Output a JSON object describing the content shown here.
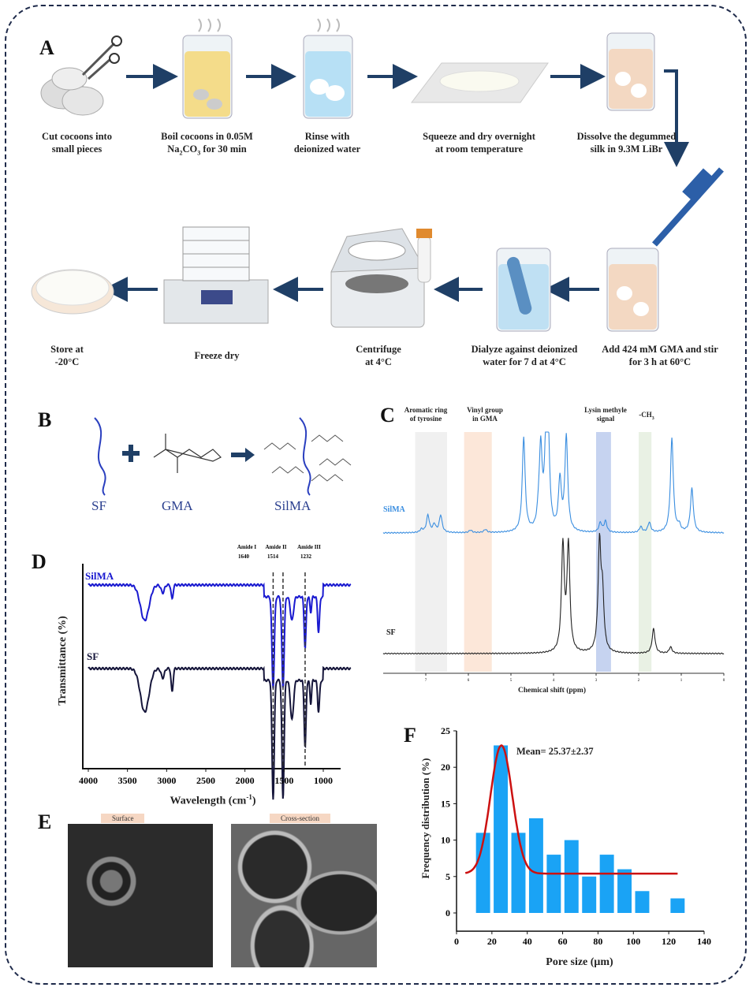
{
  "panels": {
    "a": "A",
    "b": "B",
    "c": "C",
    "d": "D",
    "e": "E",
    "f": "F"
  },
  "workflow": {
    "row1": [
      {
        "label_1": "Cut cocoons into",
        "label_2": "small pieces",
        "icon": "scissors-cocoons-icon"
      },
      {
        "label_1": "Boil cocoons in 0.05M",
        "label_2": "Na",
        "label_2_sub1": "2",
        "label_2_mid": "CO",
        "label_2_sub2": "3",
        "label_2_end": " for 30 min",
        "icon": "boiling-beaker-icon"
      },
      {
        "label_1": "Rinse with",
        "label_2": "deionized water",
        "icon": "rinse-beaker-icon"
      },
      {
        "label_1": "Squeeze and dry overnight",
        "label_2": "at room temperature",
        "icon": "drying-silk-icon"
      },
      {
        "label_1": "Dissolve the degummed",
        "label_2": "silk in 9.3M LiBr",
        "icon": "dissolve-beaker-icon"
      }
    ],
    "row2": [
      {
        "label_1": "Store at",
        "label_2": "-20°C",
        "icon": "petri-dish-icon"
      },
      {
        "label_1": "Freeze dry",
        "label_2": "",
        "icon": "freeze-dryer-icon"
      },
      {
        "label_1": "Centrifuge",
        "label_2": "at 4°C",
        "icon": "centrifuge-icon"
      },
      {
        "label_1": "Dialyze against deionized",
        "label_2": "water for 7 d at 4°C",
        "icon": "dialysis-beaker-icon"
      },
      {
        "label_1": "Add 424 mM GMA and stir",
        "label_2": "for 3 h at 60°C",
        "icon": "pipette-beaker-icon"
      }
    ],
    "arrow_color": "#1f3f66"
  },
  "reaction": {
    "reactant_1": "SF",
    "reactant_2": "GMA",
    "product": "SilMA",
    "label_color": "#2a3f8f"
  },
  "chart_data": [
    {
      "id": "C",
      "type": "line",
      "title": "",
      "xlabel": "Chemical shift (ppm)",
      "xlim": [
        8,
        0
      ],
      "x_ticks": [
        7,
        6,
        5,
        4,
        3,
        2,
        1,
        0
      ],
      "series_labels": {
        "silma": "SilMA",
        "sf": "SF"
      },
      "bands": [
        {
          "label_1": "Aromatic ring",
          "label_2": "of tyrosine",
          "range": [
            6.5,
            7.25
          ],
          "color": "#ececec"
        },
        {
          "label_1": "Vinyl group",
          "label_2": "in GMA",
          "range": [
            5.45,
            6.1
          ],
          "color": "#fbe1cf"
        },
        {
          "label_1": "Lysin methyle",
          "label_2": "signal",
          "range": [
            2.65,
            3.0
          ],
          "color": "#b8c8ec"
        },
        {
          "label_1": "-CH",
          "label_sub": "3",
          "label_2": "",
          "range": [
            1.7,
            2.0
          ],
          "color": "#e3eedd"
        }
      ],
      "series": [
        {
          "name": "SilMA",
          "color": "#3a8ee0",
          "peaks": [
            [
              7.1,
              0.1
            ],
            [
              6.95,
              0.55
            ],
            [
              6.8,
              0.25
            ],
            [
              6.65,
              0.55
            ],
            [
              5.95,
              0.08
            ],
            [
              5.6,
              0.1
            ],
            [
              4.7,
              3.0
            ],
            [
              4.35,
              0.4
            ],
            [
              4.3,
              2.5
            ],
            [
              4.18,
              2.5
            ],
            [
              4.12,
              2.5
            ],
            [
              3.85,
              1.6
            ],
            [
              3.7,
              3.0
            ],
            [
              2.9,
              0.3
            ],
            [
              2.78,
              0.35
            ],
            [
              1.95,
              0.18
            ],
            [
              1.75,
              0.32
            ],
            [
              1.22,
              3.0
            ],
            [
              1.05,
              0.2
            ],
            [
              0.75,
              1.4
            ]
          ]
        },
        {
          "name": "SF",
          "color": "#222222",
          "peaks": [
            [
              3.78,
              3.0
            ],
            [
              3.65,
              3.0
            ],
            [
              2.92,
              3.0
            ],
            [
              2.85,
              1.5
            ],
            [
              1.65,
              0.7
            ],
            [
              1.25,
              0.18
            ]
          ]
        }
      ]
    },
    {
      "id": "D",
      "type": "line",
      "xlabel": "Wavelength (cm",
      "xlabel_sup": "-1",
      "xlabel_end": ")",
      "ylabel": "Transmittance (%)",
      "xlim": [
        4000,
        650
      ],
      "x_ticks": [
        4000,
        3500,
        3000,
        2500,
        2000,
        1500,
        1000
      ],
      "annotations": [
        {
          "label_1": "Amide I",
          "label_2": "1640",
          "x": 1640
        },
        {
          "label_1": "Amide II",
          "label_2": "1514",
          "x": 1514
        },
        {
          "label_1": "Amide III",
          "label_2": "1232",
          "x": 1232
        }
      ],
      "series": [
        {
          "name": "SilMA",
          "color": "#1a1ad0",
          "dips": [
            [
              3280,
              0.45,
              110
            ],
            [
              3050,
              0.1,
              40
            ],
            [
              2930,
              0.18,
              25
            ],
            [
              1640,
              1.15,
              30
            ],
            [
              1514,
              1.15,
              30
            ],
            [
              1400,
              0.3,
              40
            ],
            [
              1232,
              0.65,
              25
            ],
            [
              1160,
              0.2,
              20
            ],
            [
              1060,
              0.45,
              25
            ]
          ]
        },
        {
          "name": "SF",
          "color": "#15153a",
          "dips": [
            [
              3280,
              0.55,
              110
            ],
            [
              3050,
              0.12,
              40
            ],
            [
              2930,
              0.3,
              25
            ],
            [
              1640,
              1.5,
              28
            ],
            [
              1514,
              1.5,
              28
            ],
            [
              1400,
              0.5,
              40
            ],
            [
              1232,
              0.85,
              25
            ],
            [
              1160,
              0.3,
              20
            ],
            [
              1060,
              0.4,
              25
            ]
          ]
        }
      ]
    },
    {
      "id": "F",
      "type": "bar",
      "xlabel": "Pore size (μm)",
      "ylabel": "Frequency distribution (%)",
      "xlim": [
        0,
        140
      ],
      "ylim": [
        -2.5,
        25
      ],
      "x_ticks": [
        0,
        20,
        40,
        60,
        80,
        100,
        120,
        140
      ],
      "y_ticks": [
        0,
        5,
        10,
        15,
        20,
        25
      ],
      "bin_centers": [
        15,
        25,
        35,
        45,
        55,
        65,
        75,
        85,
        95,
        105,
        125
      ],
      "values": [
        11,
        23,
        11,
        13,
        8,
        10,
        5,
        8,
        6,
        3,
        2
      ],
      "bar_color": "#1aa3f5",
      "fit": {
        "type": "gaussian",
        "baseline": 5.4,
        "peak": 23,
        "center": 25.37,
        "sigma": 6.2,
        "range": [
          5,
          125
        ],
        "color": "#cc1111"
      },
      "annotation": "Mean= 25.37±2.37"
    }
  ],
  "sem": {
    "surface_label": "Surface",
    "cross_label": "Cross-section"
  }
}
